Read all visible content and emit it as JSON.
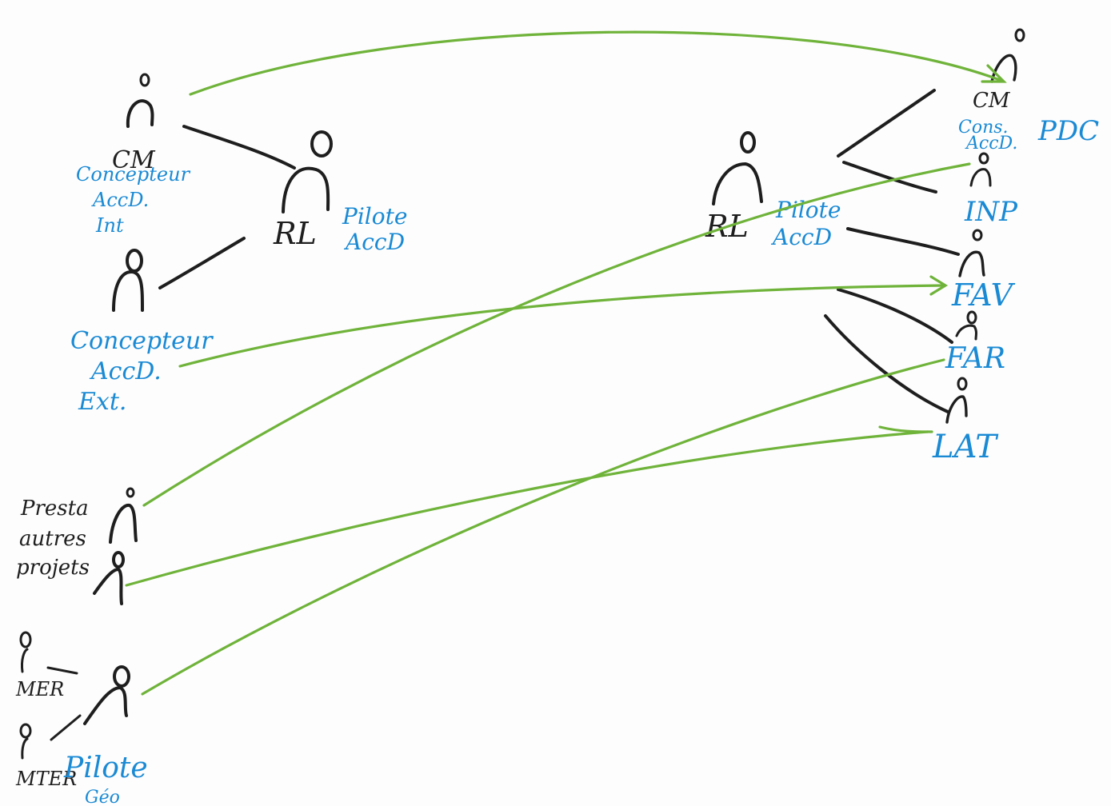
{
  "colors": {
    "ink": "#1e1e1e",
    "blue": "#1a8ad4",
    "arrow": "#6fb33a",
    "paper": "#fdfdfd"
  },
  "left": {
    "cm_role": "CM",
    "concepteur_int": [
      "Concepteur",
      "AccD.",
      "Int"
    ],
    "rl_role": "RL",
    "pilote_accd": [
      "Pilote",
      "AccD"
    ],
    "concepteur_ext": [
      "Concepteur",
      "AccD.",
      "Ext."
    ],
    "presta": [
      "Presta",
      "autres",
      "projets"
    ],
    "mer": "MER",
    "mter": "MTER",
    "pilote_geo": [
      "Pilote",
      "Géo"
    ]
  },
  "right": {
    "rl_role": "RL",
    "pilote_accd": [
      "Pilote",
      "AccD"
    ],
    "cm_role": "CM",
    "cons_accd": [
      "Cons.",
      "AccD."
    ],
    "pdc": "PDC",
    "inp": "INP",
    "fav": "FAV",
    "far": "FAR",
    "lat": "LAT"
  }
}
